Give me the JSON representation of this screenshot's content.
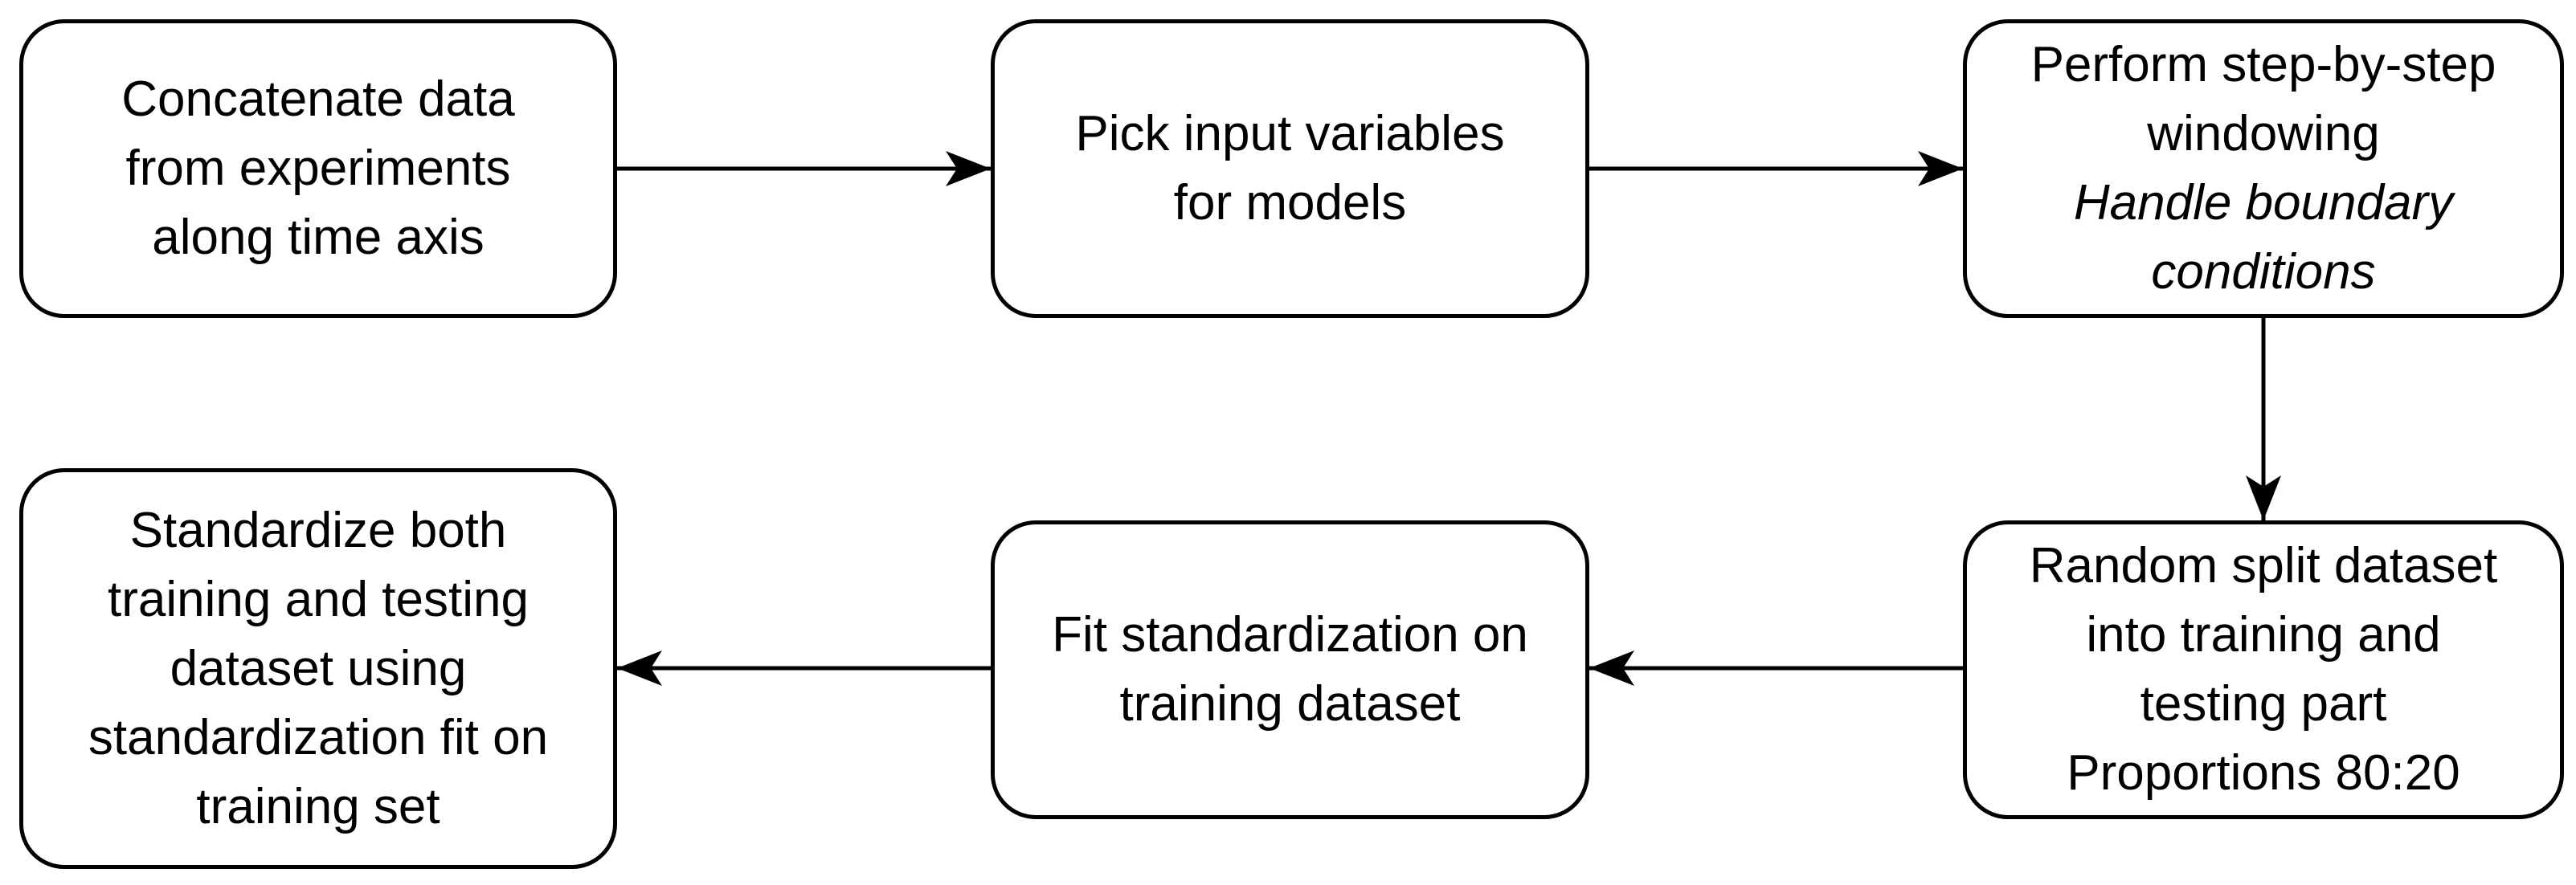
{
  "nodes": {
    "concatenate": {
      "lines": [
        "Concatenate data",
        "from experiments",
        "along time axis"
      ]
    },
    "pick_inputs": {
      "lines": [
        "Pick input variables",
        "for models"
      ]
    },
    "windowing": {
      "lines": [
        "Perform step-by-step",
        "windowing"
      ],
      "italic_lines": [
        "Handle boundary",
        "conditions"
      ]
    },
    "random_split": {
      "lines": [
        "Random split dataset",
        "into training and",
        "testing part",
        "Proportions 80:20"
      ]
    },
    "fit_std": {
      "lines": [
        "Fit standardization on",
        "training dataset"
      ]
    },
    "standardize": {
      "lines": [
        "Standardize both",
        "training and testing",
        "dataset using",
        "standardization fit on",
        "training set"
      ]
    }
  },
  "edges": [
    {
      "from": "concatenate",
      "to": "pick_inputs"
    },
    {
      "from": "pick_inputs",
      "to": "windowing"
    },
    {
      "from": "windowing",
      "to": "random_split"
    },
    {
      "from": "random_split",
      "to": "fit_std"
    },
    {
      "from": "fit_std",
      "to": "standardize"
    }
  ],
  "colors": {
    "stroke": "#000000",
    "fill": "#ffffff",
    "text": "#000000"
  }
}
